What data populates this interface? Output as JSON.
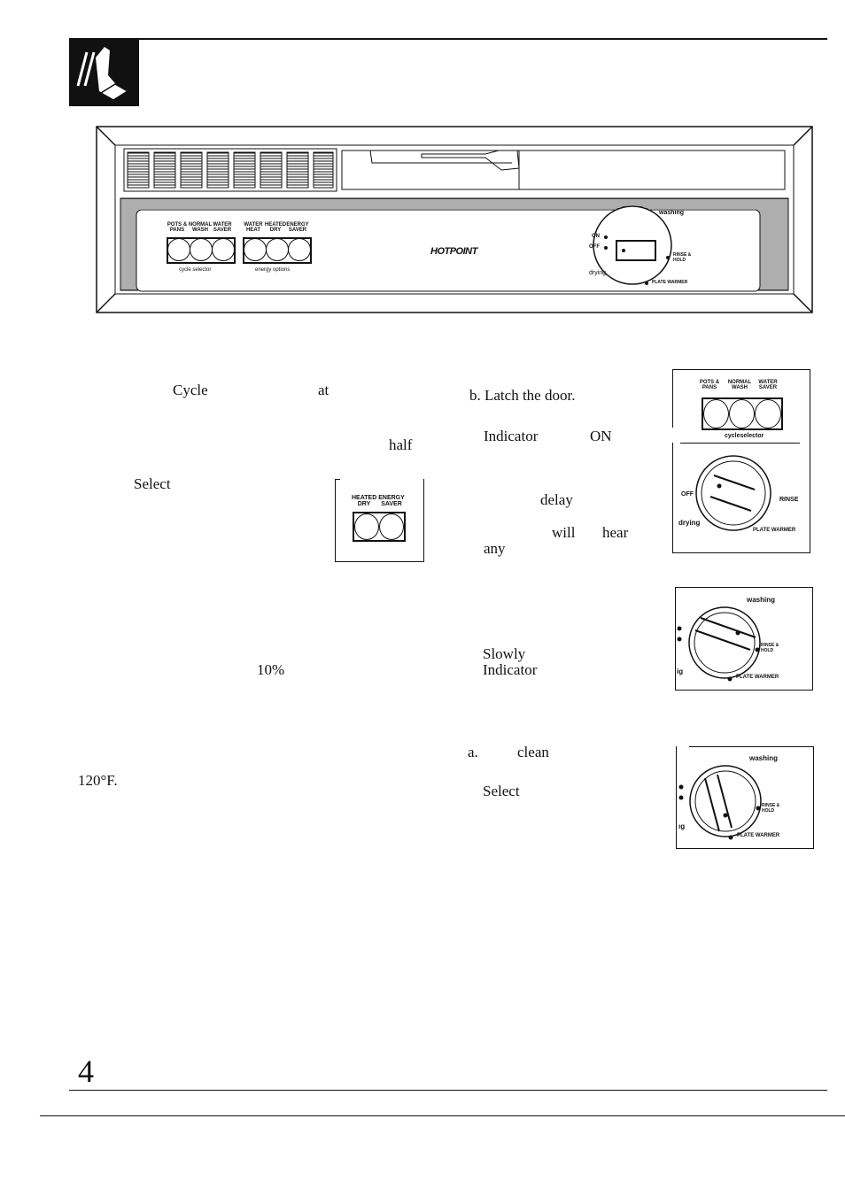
{
  "panel": {
    "brand": "HOTPOINT",
    "cycle_labels": [
      [
        "POTS &",
        "PANS"
      ],
      [
        "NORMAL",
        "WASH"
      ],
      [
        "WATER",
        "SAVER"
      ]
    ],
    "option_labels": [
      [
        "WATER",
        "HEAT"
      ],
      [
        "HEATED",
        "DRY"
      ],
      [
        "ENERGY",
        "SAVER"
      ]
    ],
    "cycle_selector": "cycle selector",
    "energy_options": "energy options",
    "dial": {
      "washing": "washing",
      "on": "ON",
      "off": "OFF",
      "drying": "drying",
      "rinse_hold": "RINSE & HOLD",
      "plate_warmer": "PLATE WARMER"
    }
  },
  "text": {
    "cycle": "Cycle",
    "at": "at",
    "half": "half",
    "select1": "Select",
    "ten_percent": "10%",
    "temp": "120°F.",
    "latch": "b. Latch the door.",
    "indicator1": "Indicator",
    "on": "ON",
    "delay": "delay",
    "will": "will",
    "hear": "hear",
    "any": "any",
    "slowly": "Slowly",
    "indicator2": "Indicator",
    "a": "a.",
    "clean": "clean",
    "select2": "Select",
    "page_number": "4"
  },
  "insets": {
    "heated_dry": [
      "HEATED",
      "DRY"
    ],
    "energy_saver": [
      "ENERGY",
      "SAVER"
    ],
    "right_cycle": [
      [
        "POTS &",
        "PANS"
      ],
      [
        "NORMAL",
        "WASH"
      ],
      [
        "WATER",
        "SAVER"
      ]
    ],
    "right_cycle_caption": "cycleselector",
    "dial1": {
      "off": "OFF",
      "drying": "drying",
      "rinse": "RINSE",
      "plate_warmer": "PLATE WARMER"
    },
    "dial2": {
      "washing": "washing",
      "rinse_hold": "RINSE & HOLD",
      "plate_warmer": "PLATE WARMER",
      "drying_frag": "ig"
    },
    "dial3": {
      "washing": "washing",
      "rinse_hold": "RINSE & HOLD",
      "plate_warmer": "PLATE WARMER",
      "drying_frag": "ıg"
    }
  }
}
